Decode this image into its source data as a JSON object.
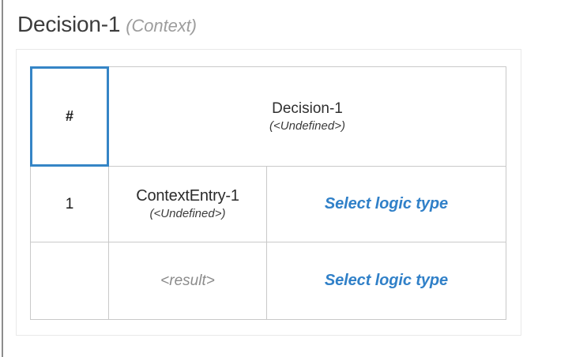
{
  "header": {
    "title": "Decision-1",
    "kind": "(Context)"
  },
  "table": {
    "index_header": "#",
    "decision_header": {
      "name": "Decision-1",
      "type": "(<Undefined>)"
    },
    "rows": [
      {
        "index": "1",
        "name": "ContextEntry-1",
        "type": "(<Undefined>)",
        "expression": "Select logic type"
      },
      {
        "index": "",
        "name": "<result>",
        "type": "",
        "expression": "Select logic type"
      }
    ]
  },
  "colors": {
    "header_background": "#dceafc",
    "selection_border": "#3585c6",
    "link_text": "#3080c8",
    "grid_border": "#c9c9c9",
    "panel_border": "#e9e9e9"
  }
}
